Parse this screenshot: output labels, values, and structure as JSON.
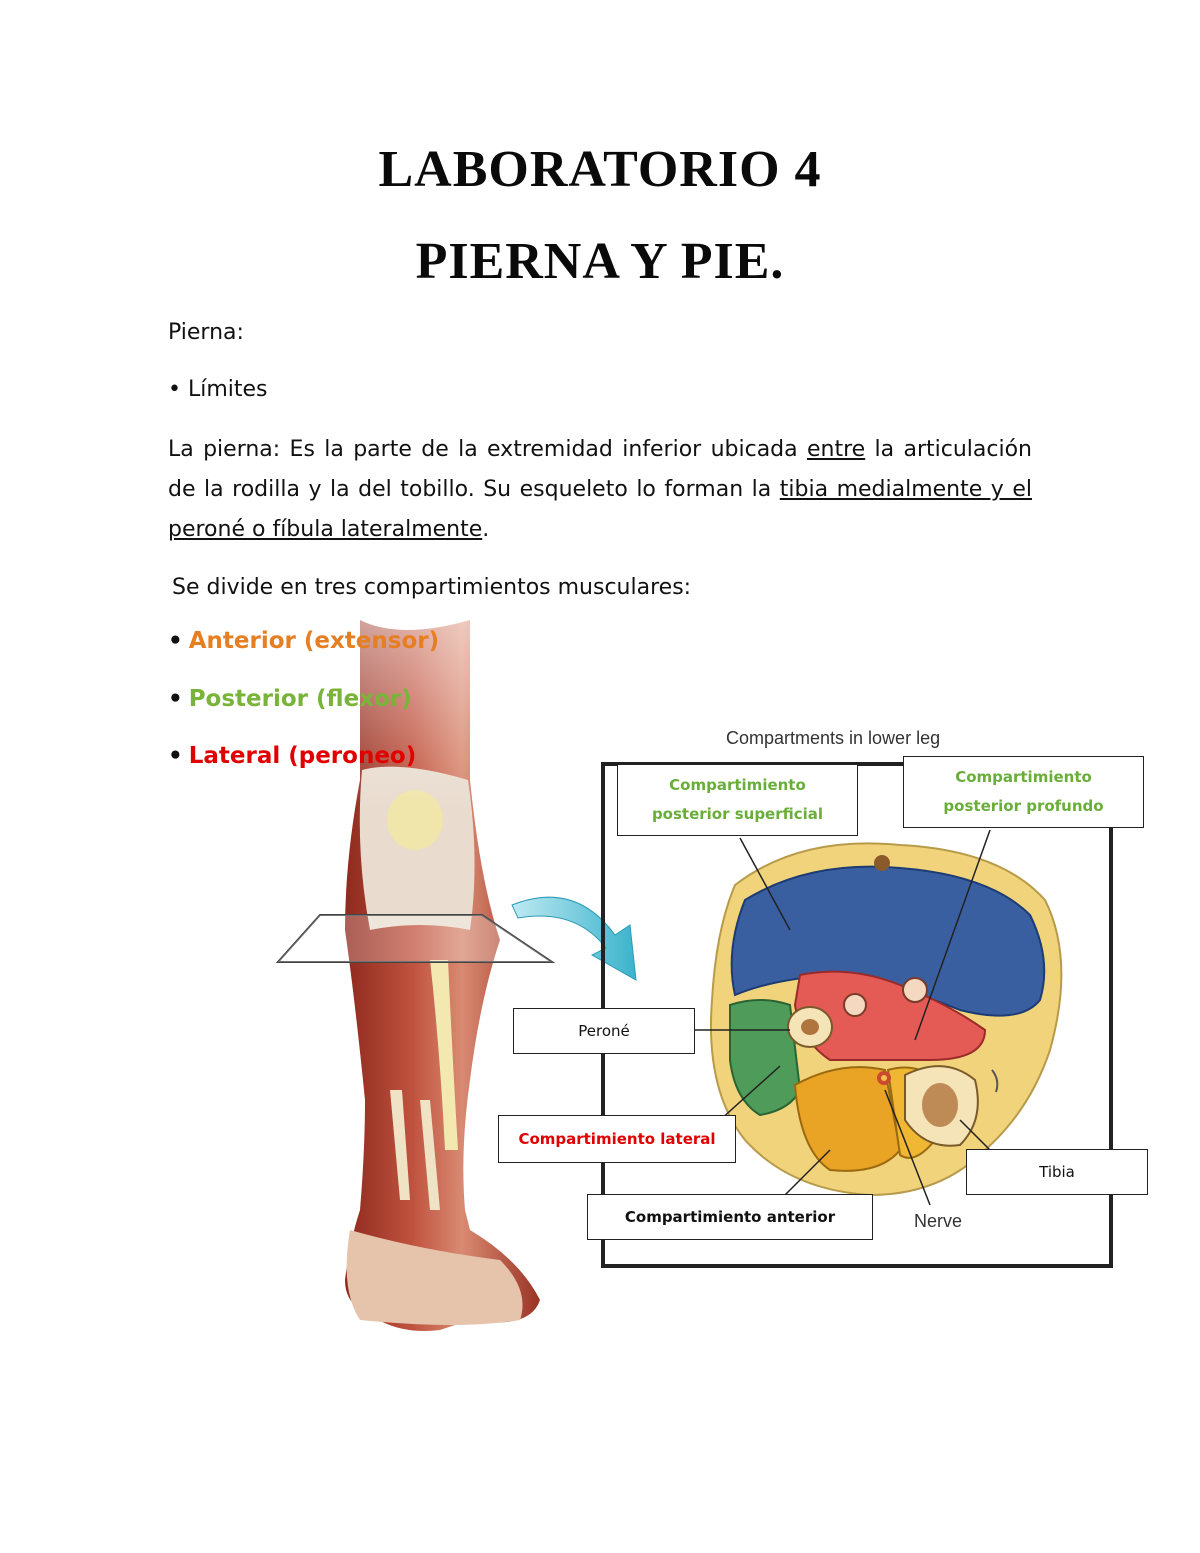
{
  "title": {
    "line1": "LABORATORIO 4",
    "line2": "PIERNA Y PIE."
  },
  "intro": {
    "heading": "Pierna:",
    "bullet": "• Límites",
    "para_start": "La pierna: Es la parte de la extremidad inferior ubicada ",
    "para_underlined1": "entre",
    "para_after1": " la articulación de la rodilla y la del tobillo. Su esqueleto lo forman la ",
    "para_underlined2": "tibia medialmente y el peroné o fíbula lateralmente",
    "para_end": ".",
    "divide": "Se divide en tres compartimientos musculares:"
  },
  "compartments": [
    {
      "label": "Anterior (extensor)",
      "color": "#e67e22"
    },
    {
      "label": "Posterior (flexor)",
      "color": "#7ab33a"
    },
    {
      "label": "Lateral (peroneo)",
      "color": "#e00000"
    }
  ],
  "bullet_char": "•",
  "diagram": {
    "title": "Compartments in lower leg",
    "nerve": "Nerve",
    "labels": {
      "post_sup": "Compartimiento\nposterior superficial",
      "post_prof": "Compartimiento\nposterior profundo",
      "perone": "Peroné",
      "lateral": "Compartimiento lateral",
      "anterior": "Compartimiento anterior",
      "tibia": "Tibia"
    }
  }
}
